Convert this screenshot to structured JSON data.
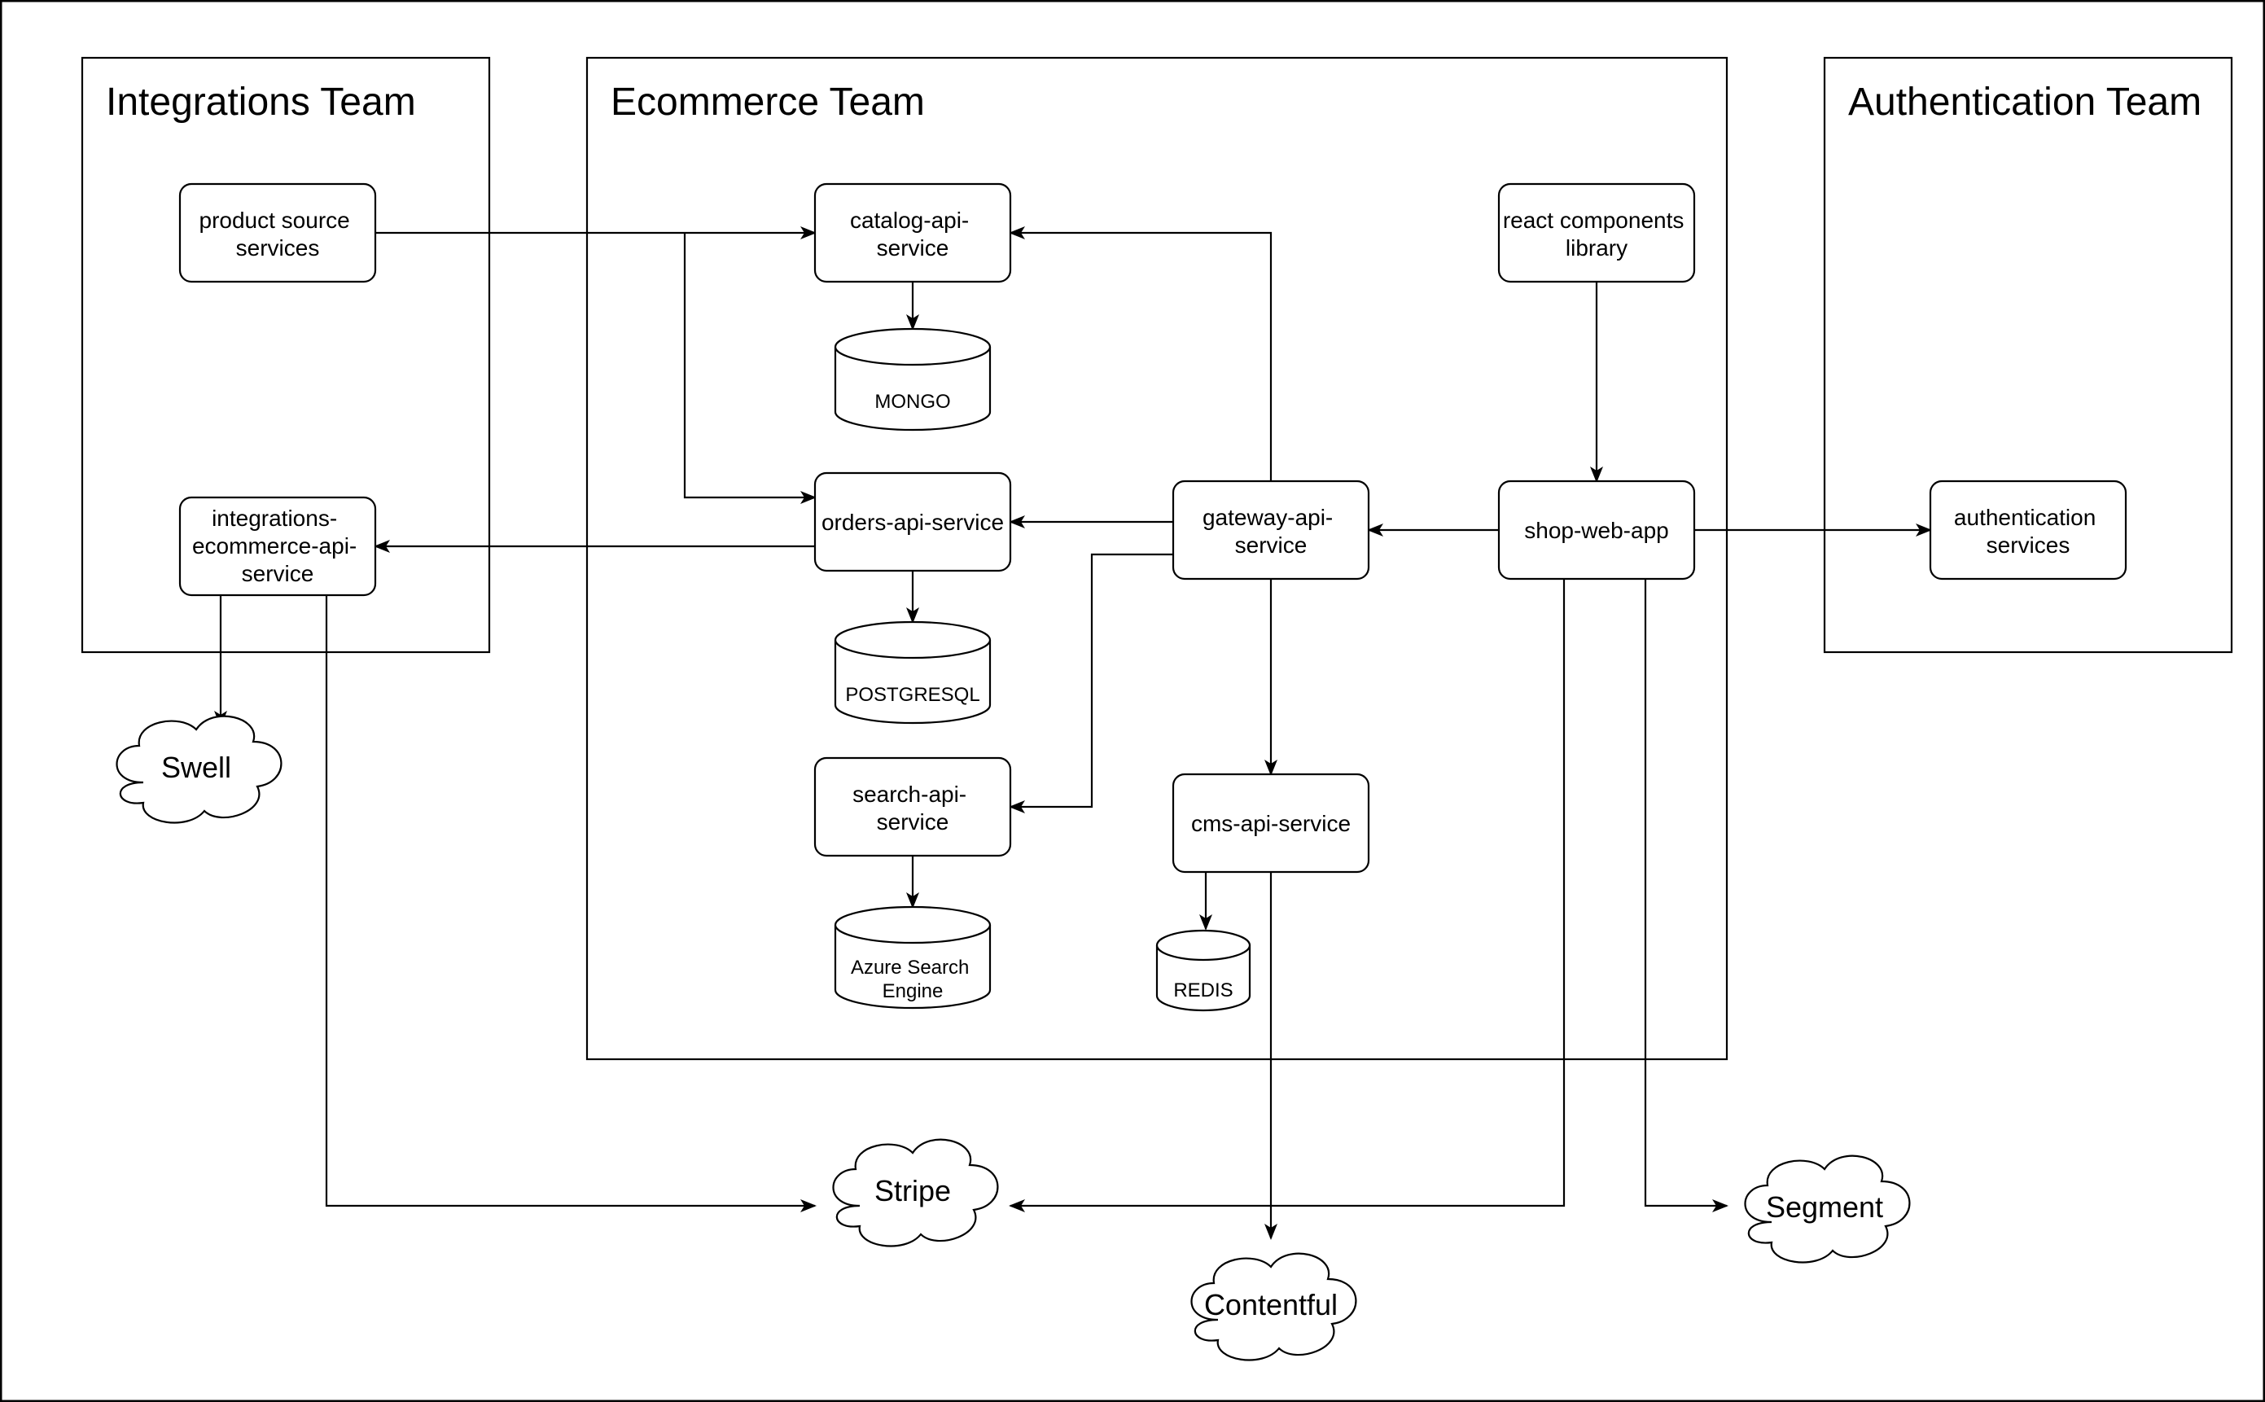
{
  "groups": {
    "integrations": {
      "title": "Integrations Team"
    },
    "ecommerce": {
      "title": "Ecommerce Team"
    },
    "authentication": {
      "title": "Authentication Team"
    }
  },
  "services": {
    "product_source": {
      "line1": "product source",
      "line2": "services"
    },
    "integrations_ecommerce": {
      "line1": "integrations-",
      "line2": "ecommerce-api-",
      "line3": "service"
    },
    "catalog": {
      "line1": "catalog-api-",
      "line2": "service"
    },
    "orders": {
      "line1": "orders-api-service"
    },
    "search": {
      "line1": "search-api-",
      "line2": "service"
    },
    "gateway": {
      "line1": "gateway-api-",
      "line2": "service"
    },
    "cms": {
      "line1": "cms-api-service"
    },
    "react_components": {
      "line1": "react components",
      "line2": "library"
    },
    "shop_web_app": {
      "line1": "shop-web-app"
    },
    "authentication": {
      "line1": "authentication",
      "line2": "services"
    }
  },
  "databases": {
    "mongo": {
      "line1": "MONGO"
    },
    "postgresql": {
      "line1": "POSTGRESQL"
    },
    "azure_search": {
      "line1": "Azure Search",
      "line2": "Engine"
    },
    "redis": {
      "line1": "REDIS"
    }
  },
  "externals": {
    "swell": {
      "label": "Swell"
    },
    "stripe": {
      "label": "Stripe"
    },
    "contentful": {
      "label": "Contentful"
    },
    "segment": {
      "label": "Segment"
    }
  }
}
